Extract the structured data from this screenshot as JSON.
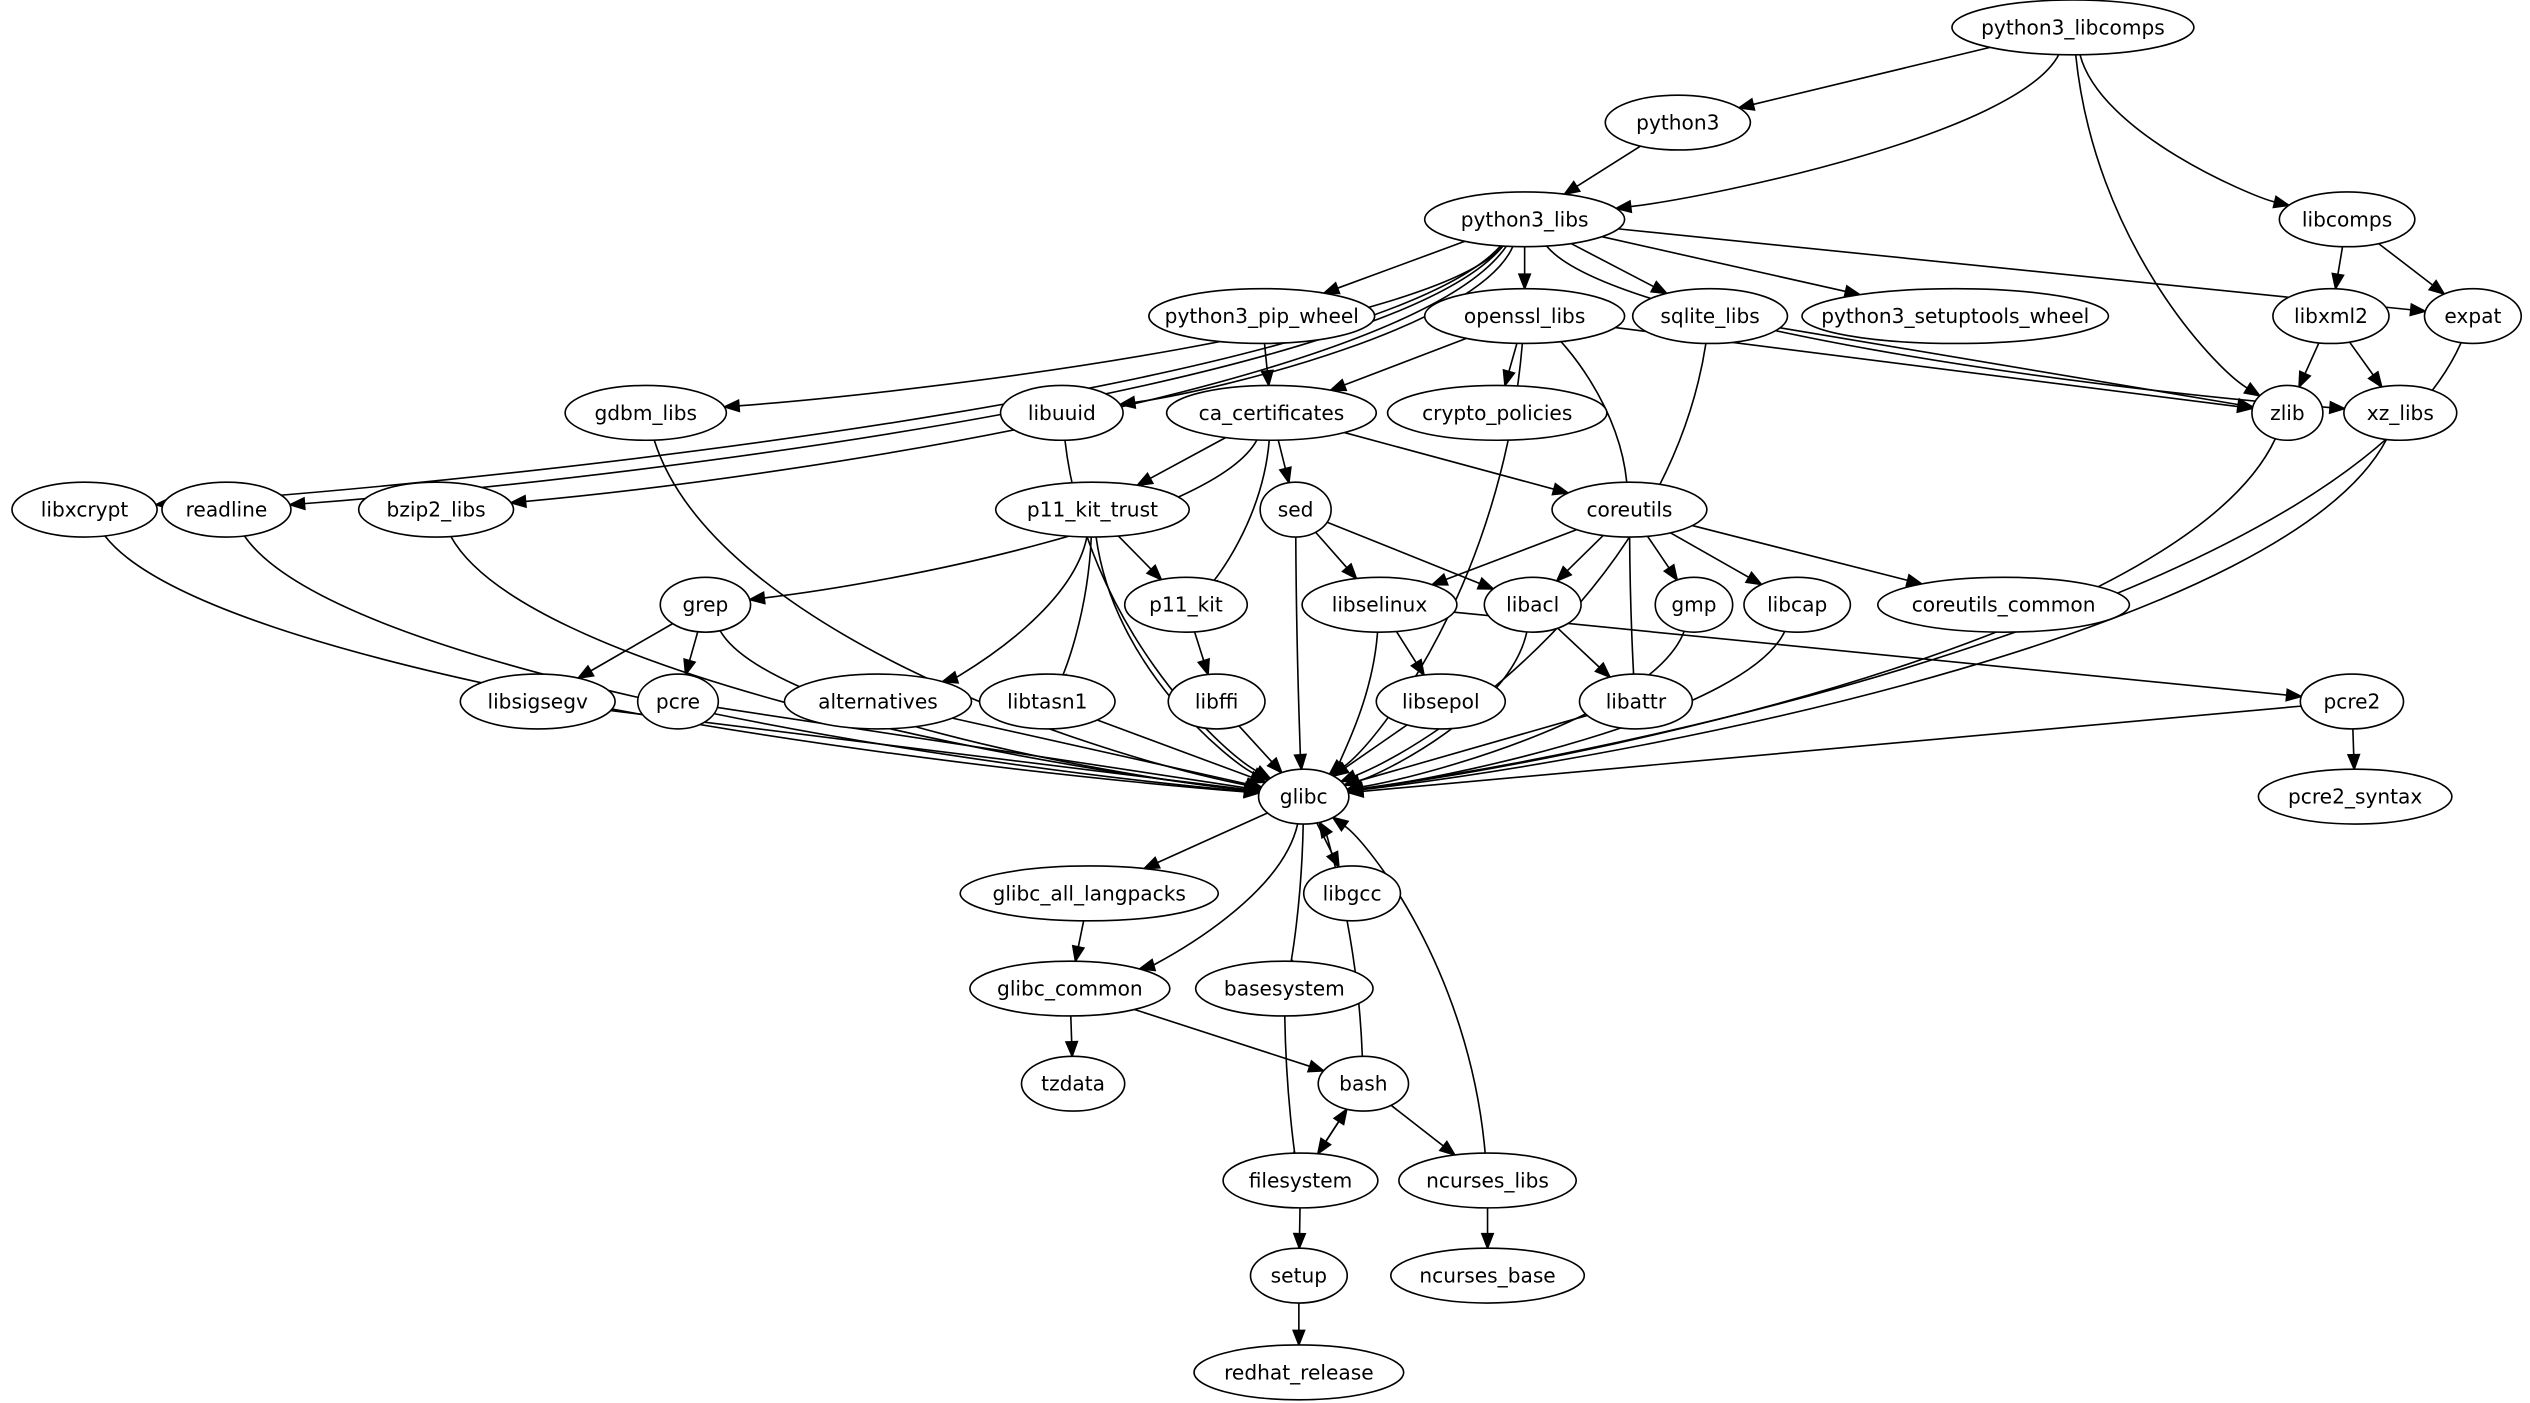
{
  "diagram": {
    "type": "dependency-graph",
    "nodes": [
      {
        "id": "python3_libcomps",
        "label": "python3_libcomps"
      },
      {
        "id": "python3",
        "label": "python3"
      },
      {
        "id": "python3_libs",
        "label": "python3_libs"
      },
      {
        "id": "libcomps",
        "label": "libcomps"
      },
      {
        "id": "python3_pip_wheel",
        "label": "python3_pip_wheel"
      },
      {
        "id": "openssl_libs",
        "label": "openssl_libs"
      },
      {
        "id": "sqlite_libs",
        "label": "sqlite_libs"
      },
      {
        "id": "python3_setuptools_wheel",
        "label": "python3_setuptools_wheel"
      },
      {
        "id": "libxml2",
        "label": "libxml2"
      },
      {
        "id": "expat",
        "label": "expat"
      },
      {
        "id": "gdbm_libs",
        "label": "gdbm_libs"
      },
      {
        "id": "libuuid",
        "label": "libuuid"
      },
      {
        "id": "ca_certificates",
        "label": "ca_certificates"
      },
      {
        "id": "crypto_policies",
        "label": "crypto_policies"
      },
      {
        "id": "zlib",
        "label": "zlib"
      },
      {
        "id": "xz_libs",
        "label": "xz_libs"
      },
      {
        "id": "libxcrypt",
        "label": "libxcrypt"
      },
      {
        "id": "readline",
        "label": "readline"
      },
      {
        "id": "bzip2_libs",
        "label": "bzip2_libs"
      },
      {
        "id": "p11_kit_trust",
        "label": "p11_kit_trust"
      },
      {
        "id": "sed",
        "label": "sed"
      },
      {
        "id": "coreutils",
        "label": "coreutils"
      },
      {
        "id": "grep",
        "label": "grep"
      },
      {
        "id": "p11_kit",
        "label": "p11_kit"
      },
      {
        "id": "libselinux",
        "label": "libselinux"
      },
      {
        "id": "libacl",
        "label": "libacl"
      },
      {
        "id": "gmp",
        "label": "gmp"
      },
      {
        "id": "libcap",
        "label": "libcap"
      },
      {
        "id": "coreutils_common",
        "label": "coreutils_common"
      },
      {
        "id": "libsigsegv",
        "label": "libsigsegv"
      },
      {
        "id": "pcre",
        "label": "pcre"
      },
      {
        "id": "alternatives",
        "label": "alternatives"
      },
      {
        "id": "libtasn1",
        "label": "libtasn1"
      },
      {
        "id": "libffi",
        "label": "libffi"
      },
      {
        "id": "libsepol",
        "label": "libsepol"
      },
      {
        "id": "libattr",
        "label": "libattr"
      },
      {
        "id": "pcre2",
        "label": "pcre2"
      },
      {
        "id": "glibc",
        "label": "glibc"
      },
      {
        "id": "pcre2_syntax",
        "label": "pcre2_syntax"
      },
      {
        "id": "glibc_all_langpacks",
        "label": "glibc_all_langpacks"
      },
      {
        "id": "libgcc",
        "label": "libgcc"
      },
      {
        "id": "glibc_common",
        "label": "glibc_common"
      },
      {
        "id": "basesystem",
        "label": "basesystem"
      },
      {
        "id": "tzdata",
        "label": "tzdata"
      },
      {
        "id": "bash",
        "label": "bash"
      },
      {
        "id": "filesystem",
        "label": "filesystem"
      },
      {
        "id": "ncurses_libs",
        "label": "ncurses_libs"
      },
      {
        "id": "setup",
        "label": "setup"
      },
      {
        "id": "ncurses_base",
        "label": "ncurses_base"
      },
      {
        "id": "redhat_release",
        "label": "redhat_release"
      }
    ],
    "edges": [
      [
        "python3_libcomps",
        "python3"
      ],
      [
        "python3_libcomps",
        "python3_libs"
      ],
      [
        "python3_libcomps",
        "zlib"
      ],
      [
        "python3_libcomps",
        "libcomps"
      ],
      [
        "python3",
        "python3_libs"
      ],
      [
        "python3_libs",
        "libxcrypt"
      ],
      [
        "python3_libs",
        "readline"
      ],
      [
        "python3_libs",
        "gdbm_libs"
      ],
      [
        "python3_libs",
        "bzip2_libs"
      ],
      [
        "python3_libs",
        "libuuid"
      ],
      [
        "python3_libs",
        "python3_pip_wheel"
      ],
      [
        "python3_libs",
        "openssl_libs"
      ],
      [
        "python3_libs",
        "sqlite_libs"
      ],
      [
        "python3_libs",
        "python3_setuptools_wheel"
      ],
      [
        "python3_libs",
        "expat"
      ],
      [
        "python3_libs",
        "xz_libs"
      ],
      [
        "libcomps",
        "libxml2"
      ],
      [
        "libcomps",
        "expat"
      ],
      [
        "libxml2",
        "zlib"
      ],
      [
        "libxml2",
        "xz_libs"
      ],
      [
        "python3_pip_wheel",
        "ca_certificates"
      ],
      [
        "openssl_libs",
        "ca_certificates"
      ],
      [
        "openssl_libs",
        "crypto_policies"
      ],
      [
        "openssl_libs",
        "zlib"
      ],
      [
        "openssl_libs",
        "glibc"
      ],
      [
        "sqlite_libs",
        "zlib"
      ],
      [
        "sqlite_libs",
        "glibc"
      ],
      [
        "coreutils",
        "openssl_libs"
      ],
      [
        "ca_certificates",
        "grep"
      ],
      [
        "ca_certificates",
        "p11_kit_trust"
      ],
      [
        "ca_certificates",
        "p11_kit"
      ],
      [
        "ca_certificates",
        "sed"
      ],
      [
        "ca_certificates",
        "coreutils"
      ],
      [
        "gdbm_libs",
        "glibc"
      ],
      [
        "libuuid",
        "glibc"
      ],
      [
        "libxcrypt",
        "glibc"
      ],
      [
        "readline",
        "glibc"
      ],
      [
        "bzip2_libs",
        "glibc"
      ],
      [
        "p11_kit_trust",
        "alternatives"
      ],
      [
        "p11_kit_trust",
        "libtasn1"
      ],
      [
        "p11_kit_trust",
        "p11_kit"
      ],
      [
        "p11_kit_trust",
        "glibc"
      ],
      [
        "sed",
        "glibc"
      ],
      [
        "sed",
        "libselinux"
      ],
      [
        "sed",
        "libacl"
      ],
      [
        "coreutils",
        "libselinux"
      ],
      [
        "coreutils",
        "libacl"
      ],
      [
        "coreutils",
        "gmp"
      ],
      [
        "coreutils",
        "libcap"
      ],
      [
        "coreutils",
        "coreutils_common"
      ],
      [
        "coreutils",
        "libattr"
      ],
      [
        "grep",
        "libsigsegv"
      ],
      [
        "grep",
        "pcre"
      ],
      [
        "grep",
        "glibc"
      ],
      [
        "p11_kit",
        "libffi"
      ],
      [
        "libselinux",
        "libsepol"
      ],
      [
        "libselinux",
        "glibc"
      ],
      [
        "libselinux",
        "pcre2"
      ],
      [
        "libacl",
        "libattr"
      ],
      [
        "libacl",
        "glibc"
      ],
      [
        "gmp",
        "glibc"
      ],
      [
        "libcap",
        "glibc"
      ],
      [
        "libsigsegv",
        "glibc"
      ],
      [
        "pcre",
        "glibc"
      ],
      [
        "alternatives",
        "glibc"
      ],
      [
        "libtasn1",
        "glibc"
      ],
      [
        "libffi",
        "glibc"
      ],
      [
        "libsepol",
        "glibc"
      ],
      [
        "libattr",
        "glibc"
      ],
      [
        "pcre2",
        "glibc"
      ],
      [
        "pcre2",
        "pcre2_syntax"
      ],
      [
        "zlib",
        "glibc"
      ],
      [
        "xz_libs",
        "glibc"
      ],
      [
        "expat",
        "glibc"
      ],
      [
        "glibc",
        "glibc_all_langpacks"
      ],
      [
        "glibc",
        "glibc_common"
      ],
      [
        "glibc",
        "libgcc"
      ],
      [
        "glibc",
        "basesystem"
      ],
      [
        "glibc_all_langpacks",
        "glibc_common"
      ],
      [
        "glibc_common",
        "tzdata"
      ],
      [
        "glibc_common",
        "bash"
      ],
      [
        "basesystem",
        "filesystem"
      ],
      [
        "bash",
        "glibc"
      ],
      [
        "bash",
        "filesystem"
      ],
      [
        "bash",
        "ncurses_libs"
      ],
      [
        "filesystem",
        "bash"
      ],
      [
        "filesystem",
        "setup"
      ],
      [
        "ncurses_libs",
        "glibc"
      ],
      [
        "ncurses_libs",
        "ncurses_base"
      ],
      [
        "setup",
        "redhat_release"
      ]
    ]
  }
}
